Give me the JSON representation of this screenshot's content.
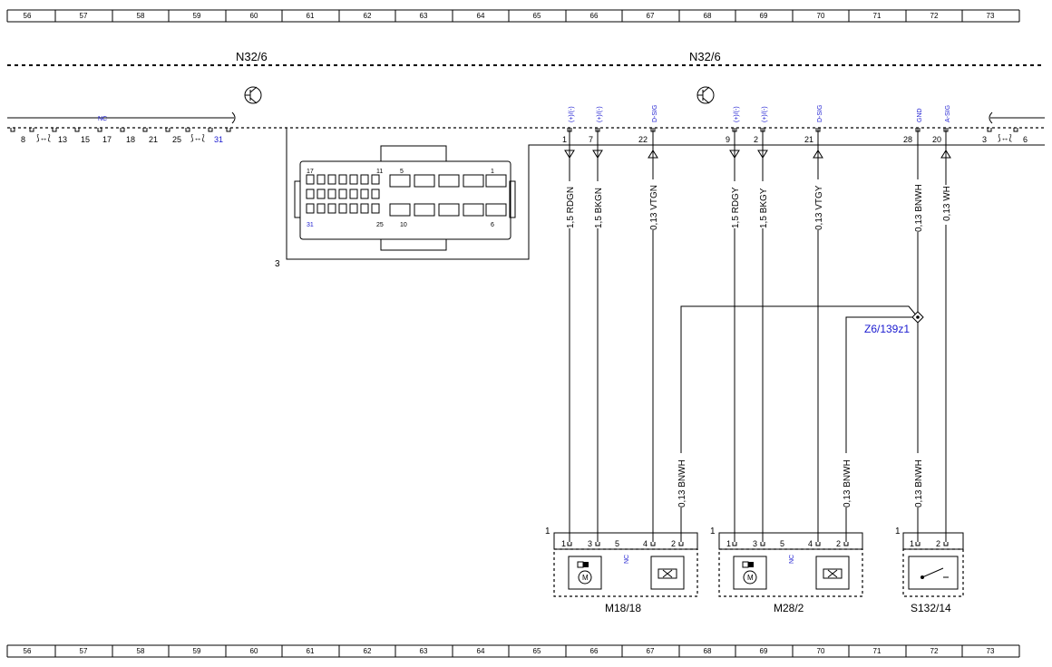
{
  "grid_numbers": [
    "56",
    "57",
    "58",
    "59",
    "60",
    "61",
    "62",
    "63",
    "64",
    "65",
    "66",
    "67",
    "68",
    "69",
    "70",
    "71",
    "72",
    "73"
  ],
  "ecu": {
    "label_left": "N32/6",
    "label_right": "N32/6",
    "nc_label": "NC",
    "left_pins": [
      "8",
      "13",
      "15",
      "17",
      "18",
      "21",
      "25",
      "31"
    ],
    "connector_pin": "3",
    "right_pins": [
      "3",
      "6"
    ],
    "connector_view": {
      "row1_left": "17",
      "row1_mid": "11",
      "row1_mid2": "5",
      "row1_right": "1",
      "row3_left": "31",
      "row3_mid": "25",
      "row3_mid2": "10",
      "row3_right": "6"
    }
  },
  "pins": [
    {
      "num": "1",
      "sig": "(+)/(-)",
      "wire": "1,5 RDGN"
    },
    {
      "num": "7",
      "sig": "(+)/(-)",
      "wire": "1,5 BKGN"
    },
    {
      "num": "22",
      "sig": "D-SIG",
      "wire": "0,13 VTGN"
    },
    {
      "num": "9",
      "sig": "(+)/(-)",
      "wire": "1,5 RDGY"
    },
    {
      "num": "2",
      "sig": "(+)/(-)",
      "wire": "1,5 BKGY"
    },
    {
      "num": "21",
      "sig": "D-SIG",
      "wire": "0,13 VTGY"
    },
    {
      "num": "28",
      "sig": "GND",
      "wire": "0,13 BNWH"
    },
    {
      "num": "20",
      "sig": "A-SIG",
      "wire": "0,13 WH"
    }
  ],
  "splice": {
    "label": "Z6/139z1"
  },
  "lower_wires": [
    "0,13 BNWH",
    "0,13 BNWH",
    "0,13 BNWH"
  ],
  "components": [
    {
      "label": "M18/18",
      "conn": "1",
      "pins": [
        "1",
        "3",
        "5",
        "4",
        "2"
      ],
      "nc": "NC",
      "motor": "M"
    },
    {
      "label": "M28/2",
      "conn": "1",
      "pins": [
        "1",
        "3",
        "5",
        "4",
        "2"
      ],
      "nc": "NC",
      "motor": "M"
    },
    {
      "label": "S132/14",
      "conn": "1",
      "pins": [
        "1",
        "2"
      ]
    }
  ]
}
